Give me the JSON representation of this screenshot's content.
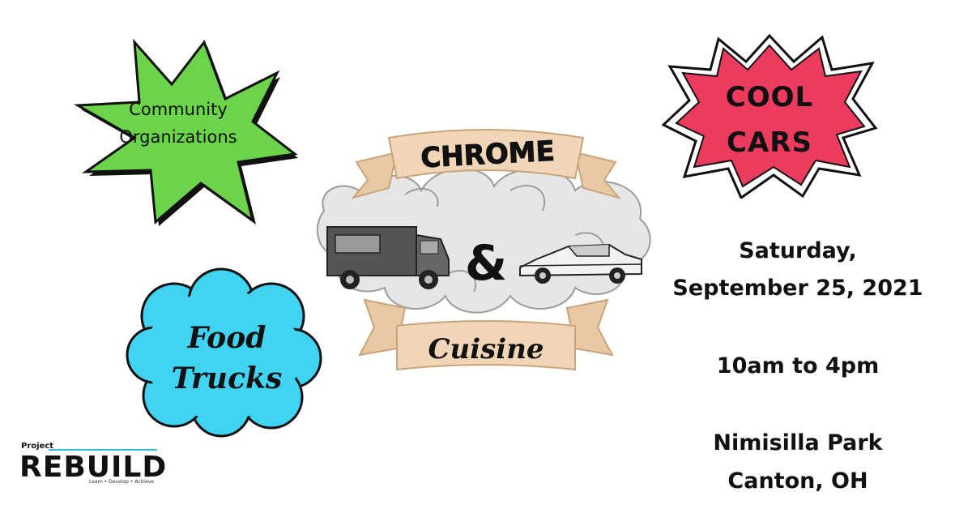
{
  "bursts": {
    "community": {
      "line1": "Community",
      "line2": "Organizations",
      "color": "#6cd44a"
    },
    "cool_cars": {
      "line1": "COOL",
      "line2": "CARS",
      "color": "#ec3b5e"
    },
    "food_trucks": {
      "line1": "Food",
      "line2": "Trucks",
      "color": "#40d4f2"
    }
  },
  "logo_center": {
    "top_banner": "CHROME",
    "ampersand": "&",
    "bottom_banner": "Cuisine",
    "banner_color": "#e8c9a3"
  },
  "event": {
    "date_line1": "Saturday,",
    "date_line2": "September 25, 2021",
    "time": "10am to 4pm",
    "venue_line1": "Nimisilla Park",
    "venue_line2": "Canton, OH"
  },
  "org_logo": {
    "prefix": "Project",
    "name": "REBUILD",
    "tagline": "Learn • Develop • Achieve",
    "accent": "#33c1e6"
  },
  "icons": [
    "food-truck-icon",
    "classic-car-icon",
    "smoke-cloud-icon"
  ]
}
